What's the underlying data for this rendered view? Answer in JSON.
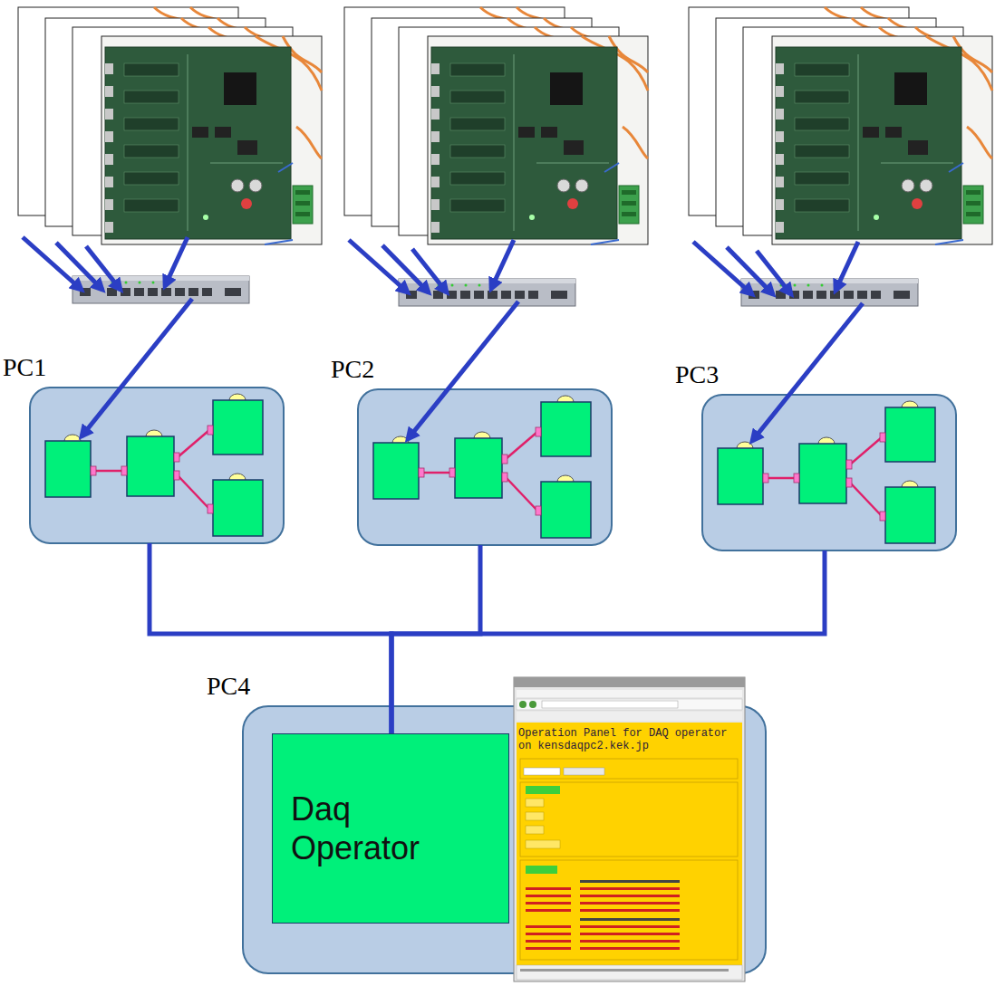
{
  "diagram": {
    "nodes": [
      {
        "text": [
          "PC1"
        ]
      },
      {
        "text": [
          "PC2"
        ]
      },
      {
        "text": [
          "PC3"
        ]
      },
      {
        "text": [
          "PC4"
        ]
      },
      {
        "text": [
          "Daq Operator"
        ],
        "in": 3
      }
    ],
    "edges": [
      {
        "from": 0,
        "to": 4,
        "arrow": "none"
      },
      {
        "from": 1,
        "to": 4,
        "arrow": "none"
      },
      {
        "from": 2,
        "to": 4,
        "arrow": "none"
      }
    ],
    "labels": [
      "Operation Panel for DAQ operator on kensdaqpc2.kek.jp"
    ]
  }
}
